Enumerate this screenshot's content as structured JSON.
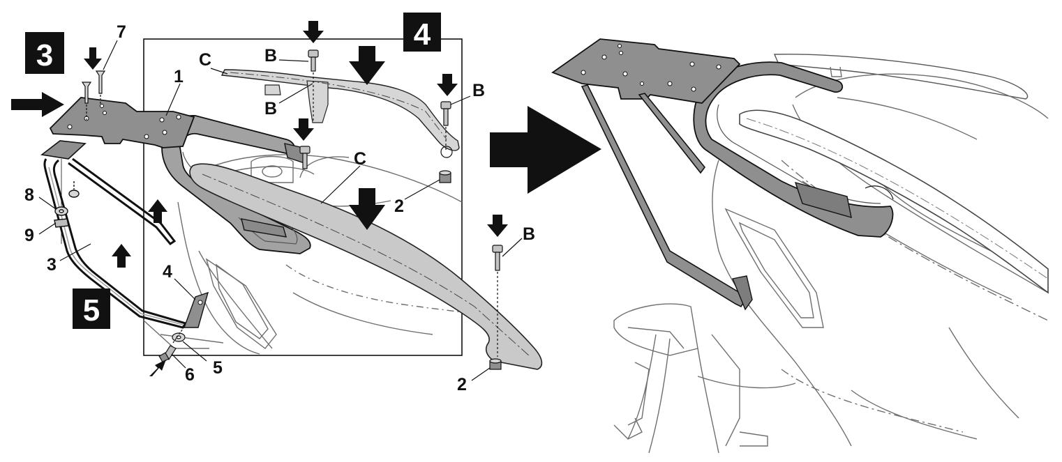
{
  "steps": {
    "three": "3",
    "four": "4",
    "five": "5"
  },
  "parts": {
    "p1": "1",
    "p2a": "2",
    "p2b": "2",
    "p3": "3",
    "p4": "4",
    "p5": "5",
    "p6": "6",
    "p7": "7",
    "p8": "8",
    "p9": "9",
    "b1": "B",
    "b2": "B",
    "b3": "B",
    "b4": "B",
    "c1": "C",
    "c2": "C"
  },
  "colors": {
    "ink": "#111111",
    "plate": "#8f8f8f",
    "frame": "#a2a2a2",
    "rail": "#c9c9c9",
    "body_line": "#6e6e6e",
    "arrow": "#111111"
  }
}
